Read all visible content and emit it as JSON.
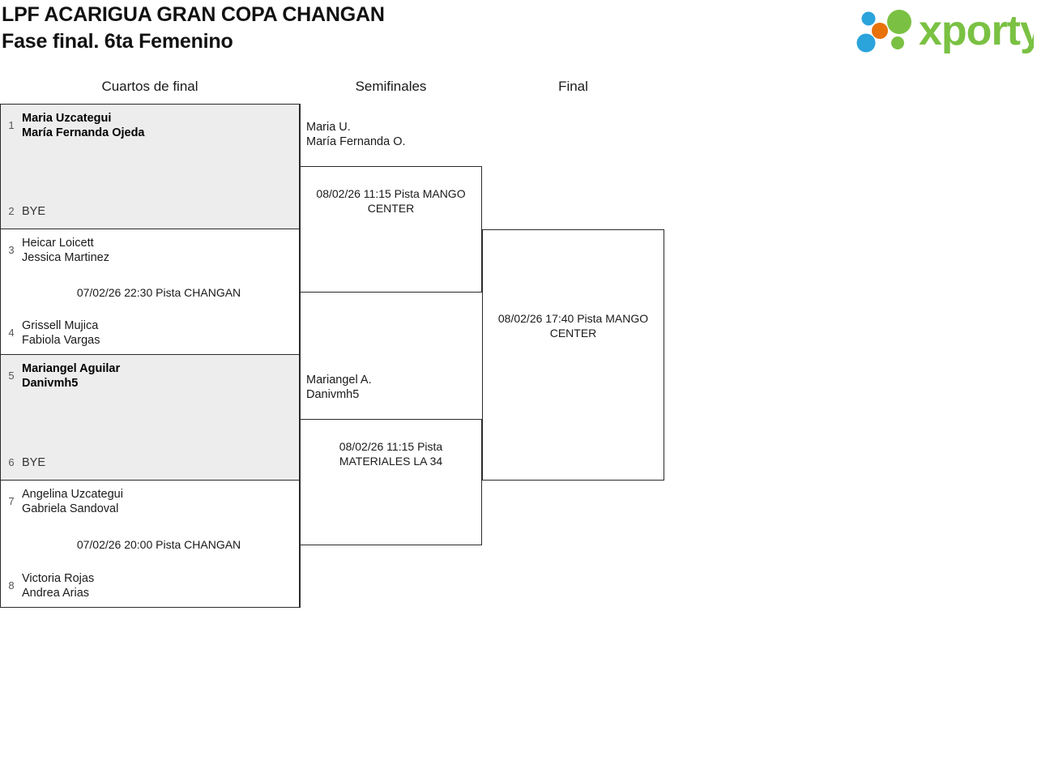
{
  "header": {
    "title_line1": "LPF ACARIGUA GRAN COPA CHANGAN",
    "title_line2": "Fase final. 6ta Femenino",
    "logo_text": "xporty",
    "logo_colors": {
      "green": "#7AC143",
      "blue": "#2BA3DB",
      "orange": "#E8710A"
    }
  },
  "rounds": [
    {
      "key": "quarterfinals",
      "label": "Cuartos de final"
    },
    {
      "key": "semifinals",
      "label": "Semifinales"
    },
    {
      "key": "final",
      "label": "Final"
    }
  ],
  "quarterfinals": [
    {
      "id": "qf1",
      "shaded": true,
      "info": "",
      "top": {
        "seed": "1",
        "players": [
          "Maria Uzcategui",
          "María Fernanda Ojeda"
        ],
        "winner": true,
        "bye": false
      },
      "bottom": {
        "seed": "2",
        "players": [
          "BYE"
        ],
        "winner": false,
        "bye": true
      }
    },
    {
      "id": "qf2",
      "shaded": false,
      "info": "07/02/26 22:30 Pista CHANGAN",
      "top": {
        "seed": "3",
        "players": [
          "Heicar Loicett",
          "Jessica Martinez"
        ],
        "winner": false,
        "bye": false
      },
      "bottom": {
        "seed": "4",
        "players": [
          "Grissell Mujica",
          "Fabiola Vargas"
        ],
        "winner": false,
        "bye": false
      }
    },
    {
      "id": "qf3",
      "shaded": true,
      "info": "",
      "top": {
        "seed": "5",
        "players": [
          "Mariangel Aguilar",
          "Danivmh5"
        ],
        "winner": true,
        "bye": false
      },
      "bottom": {
        "seed": "6",
        "players": [
          "BYE"
        ],
        "winner": false,
        "bye": true
      }
    },
    {
      "id": "qf4",
      "shaded": false,
      "info": "07/02/26 20:00 Pista CHANGAN",
      "top": {
        "seed": "7",
        "players": [
          "Angelina Uzcategui",
          "Gabriela Sandoval"
        ],
        "winner": false,
        "bye": false
      },
      "bottom": {
        "seed": "8",
        "players": [
          "Victoria Rojas",
          "Andrea Arias"
        ],
        "winner": false,
        "bye": false
      }
    }
  ],
  "semifinals": [
    {
      "id": "sf1",
      "qualifier": [
        "Maria U.",
        "María Fernanda O."
      ],
      "info": "08/02/26 11:15 Pista MANGO CENTER"
    },
    {
      "id": "sf2",
      "qualifier": [
        "Mariangel A.",
        "Danivmh5"
      ],
      "info": "08/02/26 11:15 Pista MATERIALES LA 34"
    }
  ],
  "final": {
    "id": "f1",
    "info": "08/02/26 17:40 Pista MANGO CENTER"
  }
}
